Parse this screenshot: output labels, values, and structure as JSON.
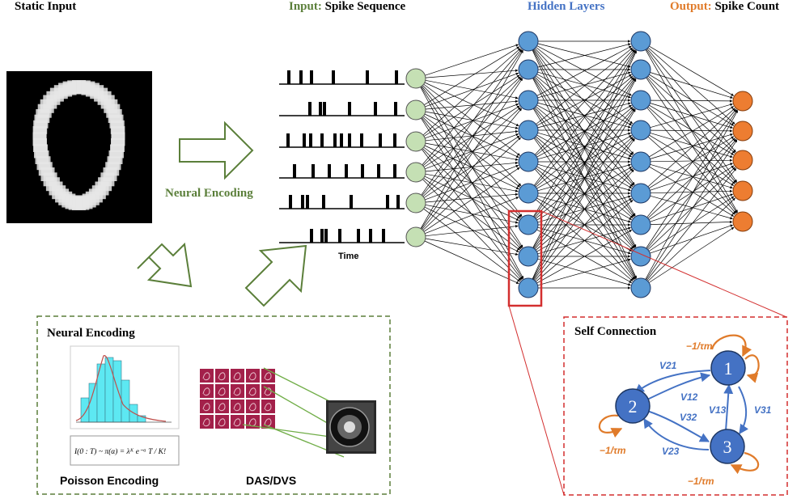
{
  "headers": {
    "static_input": "Static Input",
    "input_prefix": "Input:",
    "input_rest": " Spike Sequence",
    "hidden": "Hidden Layers",
    "output_prefix": "Output:",
    "output_rest": " Spike Count"
  },
  "labels": {
    "neural_encoding_arrow": "Neural Encoding",
    "time": "Time",
    "encoding_box_title": "Neural Encoding",
    "poisson": "Poisson Encoding",
    "das_dvs": "DAS/DVS",
    "self_connection": "Self Connection",
    "formula": "I(0 : T) ~ π(α) = λᴷ e⁻ᵅ T / K!"
  },
  "self_connection": {
    "nodes": [
      "1",
      "2",
      "3"
    ],
    "weights": [
      "V21",
      "V12",
      "V13",
      "V32",
      "V31",
      "V23"
    ],
    "loop_label": "−1/τm"
  },
  "network": {
    "input_neurons": 6,
    "hidden_layer_1": 9,
    "hidden_layer_2": 9,
    "output_neurons": 5
  },
  "colors": {
    "green": "#5b7f3a",
    "blue": "#4472c4",
    "orange": "#e07b2a",
    "input_fill": "#c5e0b4",
    "hidden_fill": "#5b9bd5",
    "output_fill": "#ed7d31",
    "red": "#d32f2f"
  }
}
